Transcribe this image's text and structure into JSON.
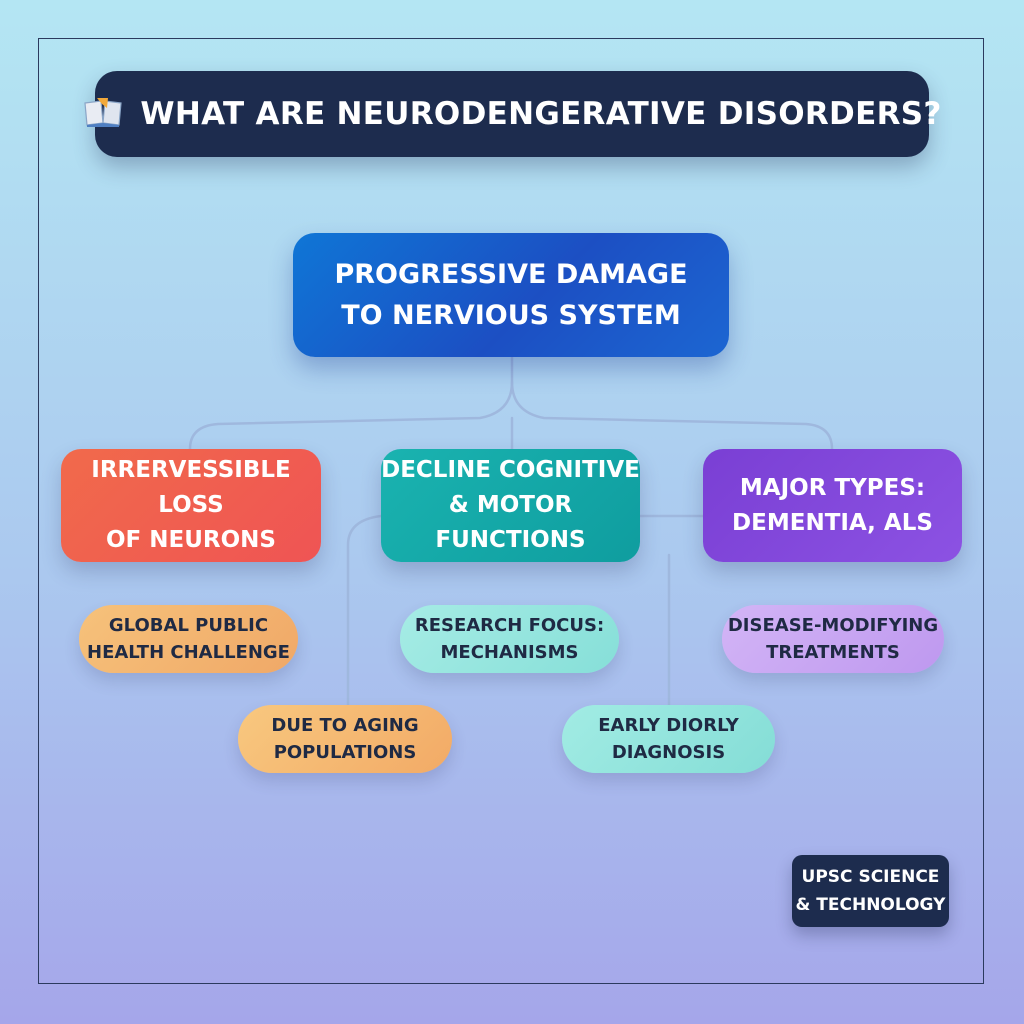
{
  "title": {
    "icon": "open-book-icon",
    "text": "WHAT ARE NEURODENGERATIVE DISORDERS?"
  },
  "root": {
    "text": "PROGRESSIVE DAMAGE\nTO NERVIOUS SYSTEM",
    "color": "#1c5fcf"
  },
  "branches": [
    {
      "text": "IRRERVESSIBLE LOSS\nOF NEURONS",
      "color": "#f05e4f"
    },
    {
      "text": "DECLINE COGNITIVE\n& MOTOR FUNCTIONS",
      "color": "#14a8a8"
    },
    {
      "text": "MAJOR TYPES:\nDEMENTIA, ALS",
      "color": "#8249dc"
    }
  ],
  "leaves": [
    {
      "text": "GLOBAL PUBLIC\nHEALTH CHALLENGE",
      "color": "#f3b571"
    },
    {
      "text": "RESEARCH FOCUS:\nMECHANISMS",
      "color": "#96e6de"
    },
    {
      "text": "DISEASE-MODIFYING\nTREATMENTS",
      "color": "#c9a6f2"
    },
    {
      "text": "DUE TO AGING\nPOPULATIONS",
      "color": "#f5b972"
    },
    {
      "text": "EARLY DIORLY\nDIAGNOSIS",
      "color": "#93e5dd"
    }
  ],
  "badge": {
    "text": "UPSC SCIENCE\n& TECHNOLOGY"
  },
  "colors": {
    "background_top": "#b4e6f3",
    "background_bottom": "#a5a6ea",
    "dark_navy": "#1d2c4e",
    "connector": "#9ab4dc"
  }
}
